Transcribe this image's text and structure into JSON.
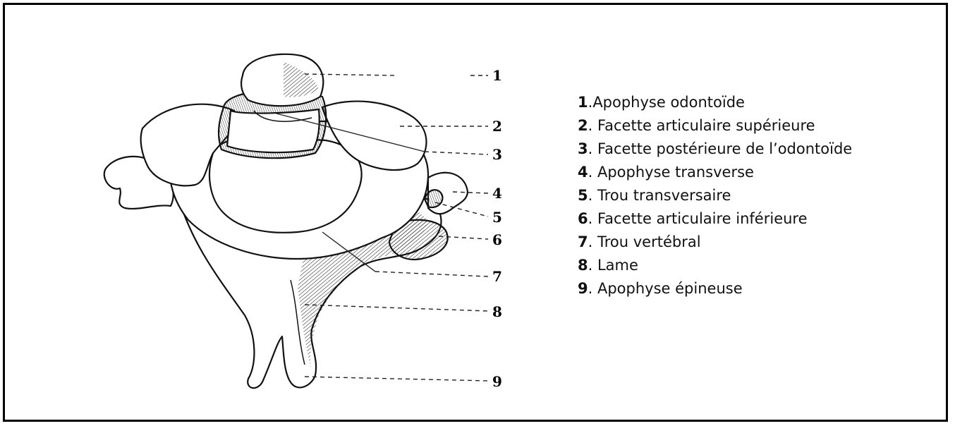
{
  "figure": {
    "labels": [
      "1",
      "2",
      "3",
      "4",
      "5",
      "6",
      "7",
      "8",
      "9"
    ]
  },
  "legend": {
    "items": [
      {
        "num": "1",
        "sep": ".",
        "text": "Apophyse odontoïde"
      },
      {
        "num": "2",
        "sep": ". ",
        "text": "Facette articulaire supérieure"
      },
      {
        "num": "3",
        "sep": ". ",
        "text": "Facette postérieure de l’odontoïde"
      },
      {
        "num": "4",
        "sep": ". ",
        "text": "Apophyse transverse"
      },
      {
        "num": "5",
        "sep": ". ",
        "text": "Trou transversaire"
      },
      {
        "num": "6",
        "sep": ". ",
        "text": "Facette articulaire inférieure"
      },
      {
        "num": "7",
        "sep": ". ",
        "text": "Trou vertébral"
      },
      {
        "num": "8",
        "sep": ". ",
        "text": "Lame"
      },
      {
        "num": "9",
        "sep": ". ",
        "text": "Apophyse épineuse"
      }
    ]
  },
  "colors": {
    "border": "#000000",
    "ink": "#111111",
    "bone": "#ffffff"
  }
}
